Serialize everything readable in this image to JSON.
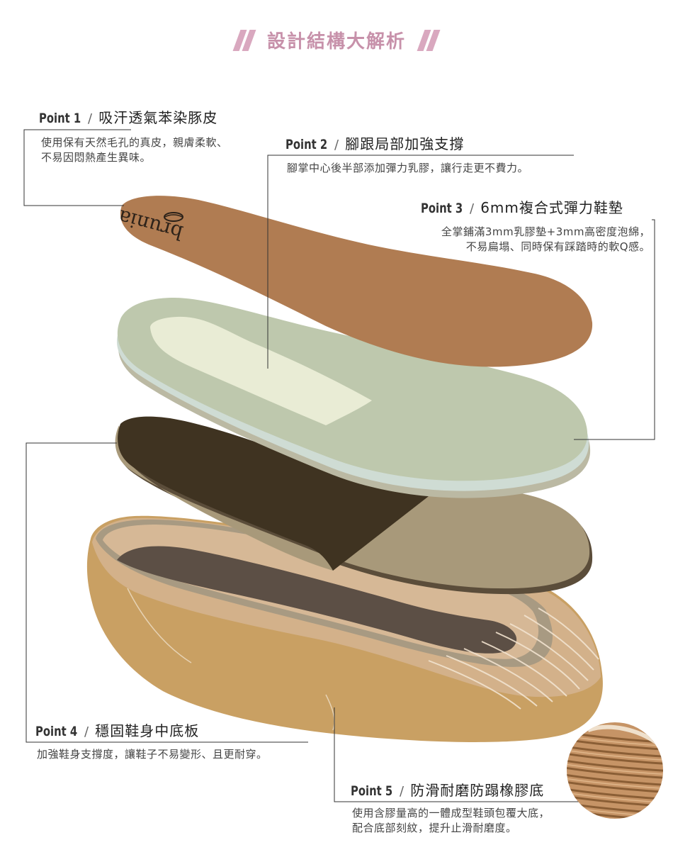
{
  "header": {
    "title": "設計結構大解析"
  },
  "points": [
    {
      "num": "Point 1",
      "sep": "/",
      "title": "吸汗透氣苯染豚皮",
      "desc": [
        "使用保有天然毛孔的真皮，親膚柔軟、",
        "不易因悶熱產生異味。"
      ]
    },
    {
      "num": "Point 2",
      "sep": "/",
      "title": "腳跟局部加強支撐",
      "desc": [
        "腳掌中心後半部添加彈力乳膠，讓行走更不費力。"
      ]
    },
    {
      "num": "Point 3",
      "sep": "/",
      "title": "6mm複合式彈力鞋墊",
      "desc": [
        "全掌鋪滿3mm乳膠墊+3mm高密度泡綿，",
        "不易扁塌、同時保有踩踏時的軟Q感。"
      ]
    },
    {
      "num": "Point 4",
      "sep": "/",
      "title": "穩固鞋身中底板",
      "desc": [
        "加強鞋身支撐度，讓鞋子不易變形、且更耐穿。"
      ]
    },
    {
      "num": "Point 5",
      "sep": "/",
      "title": "防滑耐磨防蹋橡膠底",
      "desc": [
        "使用含膠量高的一體成型鞋頭包覆大底，",
        "配合底部刻紋，提升止滑耐磨度。"
      ]
    }
  ],
  "insole_logo": "brunia",
  "colors": {
    "accent": "#c791aa",
    "leather": "#b07c52",
    "foam": "#bec8ad",
    "board": "#3f3321",
    "outsole": "#c8a060"
  }
}
